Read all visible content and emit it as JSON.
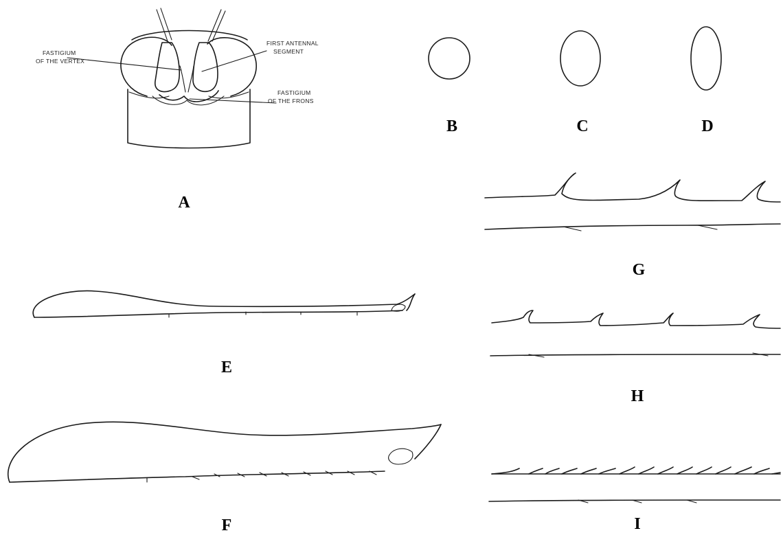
{
  "panels": {
    "A": {
      "label": "A",
      "annotations": {
        "fastigium_vertex": [
          "FASTIGIUM",
          "OF THE VERTEX"
        ],
        "first_antennal_segment": [
          "FIRST ANTENNAL",
          "SEGMENT"
        ],
        "fastigium_frons": [
          "FASTIGIUM",
          "OF THE FRONS"
        ]
      }
    },
    "B": {
      "label": "B"
    },
    "C": {
      "label": "C"
    },
    "D": {
      "label": "D"
    },
    "E": {
      "label": "E"
    },
    "F": {
      "label": "F"
    },
    "G": {
      "label": "G"
    },
    "H": {
      "label": "H"
    },
    "I": {
      "label": "I"
    }
  },
  "colors": {
    "ink": "#1a1a1a",
    "background": "#ffffff"
  }
}
